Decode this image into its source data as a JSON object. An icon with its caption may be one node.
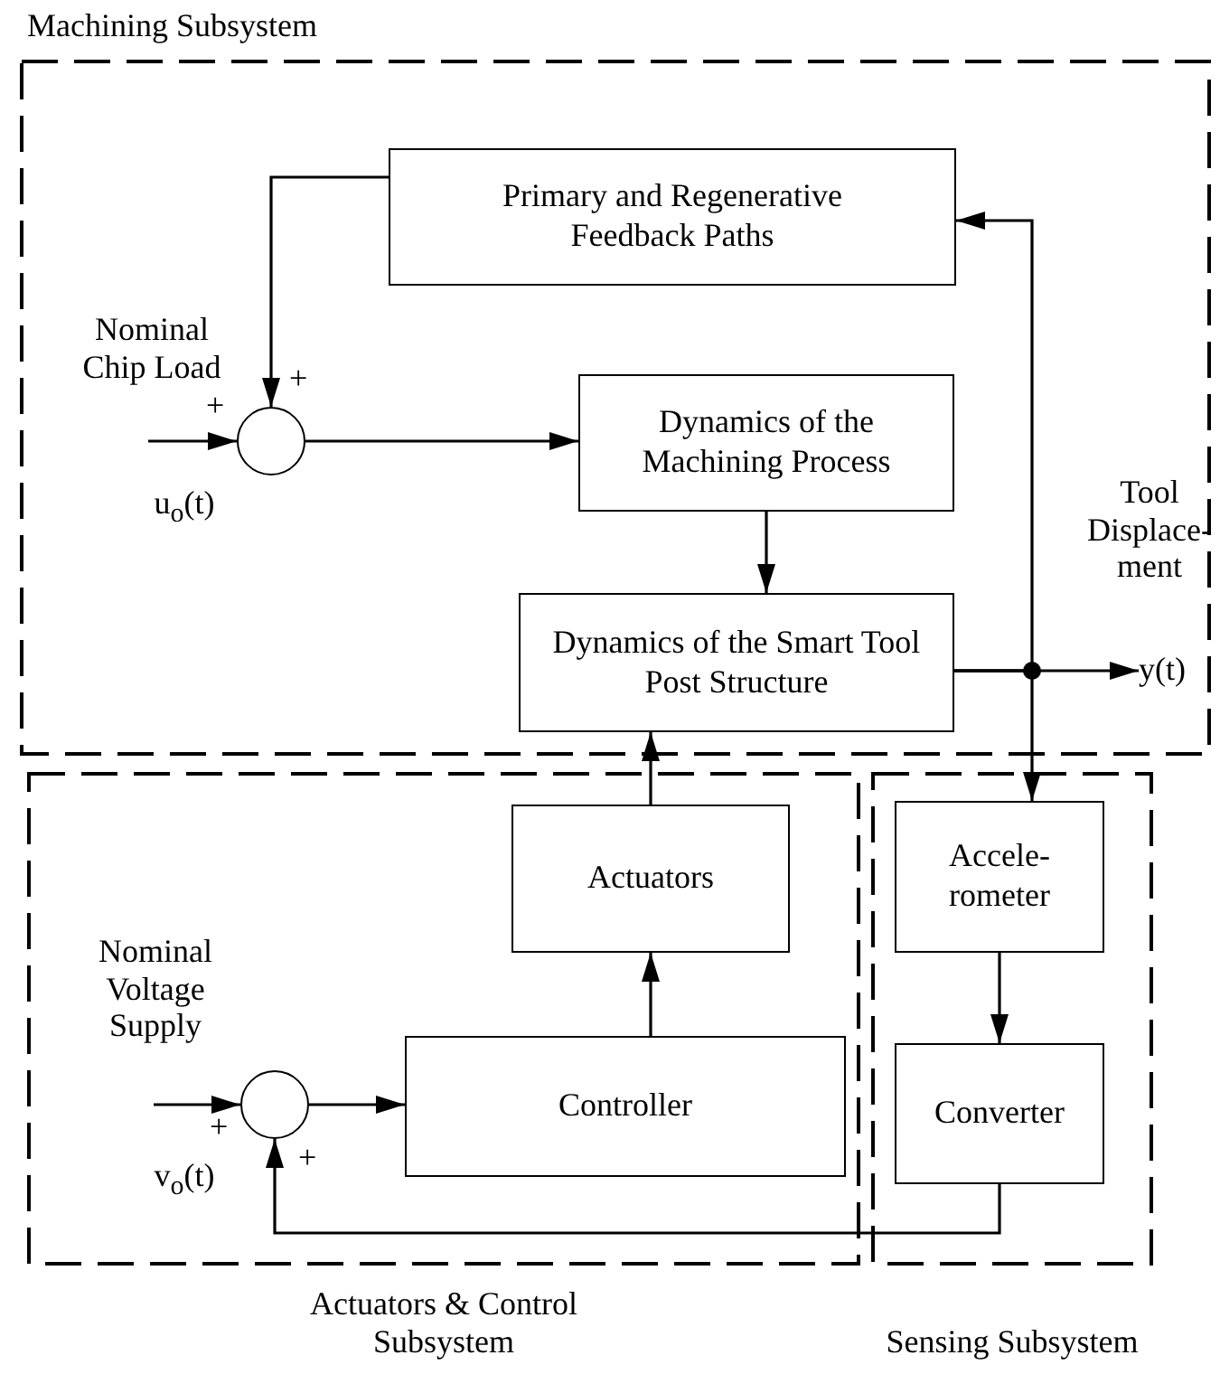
{
  "diagram": {
    "nodes": [
      {
        "text": [
          "Machining Subsystem"
        ]
      },
      {
        "text": [
          "Primary and Regenerative Feedback Paths"
        ],
        "in": 0
      },
      {
        "text": [],
        "shape": "circle",
        "in": 0,
        "beside": [
          "+",
          "+"
        ]
      },
      {
        "text": [
          "Dynamics of the Machining Process"
        ],
        "in": 0
      },
      {
        "text": [
          "Dynamics of the Smart Tool Post Structure"
        ],
        "in": 0
      },
      {
        "text": [
          "y(t)"
        ],
        "in": 0,
        "beside": [
          "Tool Displace-ment"
        ]
      },
      {
        "text": [
          "Actuators & Control Subsystem"
        ]
      },
      {
        "text": [
          "Actuators"
        ],
        "in": 6
      },
      {
        "text": [],
        "shape": "circle",
        "in": 6,
        "beside": [
          "+",
          "+"
        ]
      },
      {
        "text": [
          "Controller"
        ],
        "in": 6
      },
      {
        "text": [
          "Sensing Subsystem"
        ]
      },
      {
        "text": [
          "Accele-rometer"
        ],
        "in": 10
      },
      {
        "text": [
          "Converter"
        ],
        "in": 10
      }
    ],
    "edges": [
      {
        "from": 1,
        "to": 2,
        "arrow": "to"
      },
      {
        "from": null,
        "to": 2,
        "arrow": "to"
      },
      {
        "from": 2,
        "to": 3,
        "arrow": "to"
      },
      {
        "from": 3,
        "to": 4,
        "arrow": "to"
      },
      {
        "from": 4,
        "to": 5,
        "arrow": "to"
      },
      {
        "from": 4,
        "to": 1,
        "arrow": "to"
      },
      {
        "from": 4,
        "to": 11,
        "arrow": "to"
      },
      {
        "from": 11,
        "to": 12,
        "arrow": "to"
      },
      {
        "from": 12,
        "to": 8,
        "arrow": "to"
      },
      {
        "from": null,
        "to": 8,
        "arrow": "to"
      },
      {
        "from": 8,
        "to": 9,
        "arrow": "to"
      },
      {
        "from": 9,
        "to": 7,
        "arrow": "to"
      },
      {
        "from": 7,
        "to": 4,
        "arrow": "to"
      }
    ],
    "labels": [
      "Nominal Chip Load",
      "u$_{o}$(t)",
      "Nominal Voltage Supply",
      "v$_{o}$(t)"
    ]
  }
}
